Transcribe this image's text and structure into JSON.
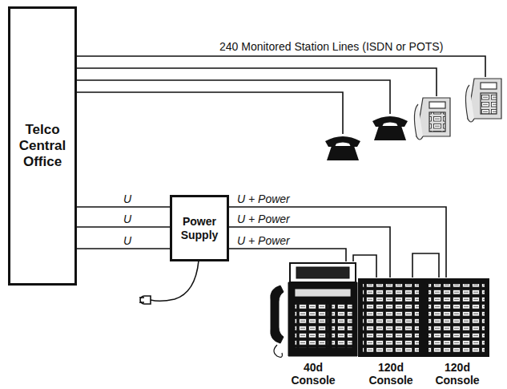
{
  "diagram": {
    "nodes": [
      {
        "text": [
          "Telco Central Office"
        ]
      },
      {
        "text": [
          "Power Supply"
        ]
      },
      {
        "text": [
          "40d Console"
        ]
      },
      {
        "text": [
          "120d Console"
        ]
      },
      {
        "text": [
          "120d Console"
        ]
      }
    ],
    "edges": [
      {
        "from": 0,
        "to": 1,
        "arrow": "none",
        "label": "U"
      },
      {
        "from": 0,
        "to": 1,
        "arrow": "none",
        "label": "U"
      },
      {
        "from": 0,
        "to": 1,
        "arrow": "none",
        "label": "U"
      },
      {
        "from": 1,
        "to": 4,
        "arrow": "none",
        "label": "U + Power"
      },
      {
        "from": 1,
        "to": 3,
        "arrow": "none",
        "label": "U + Power"
      },
      {
        "from": 1,
        "to": 2,
        "arrow": "none",
        "label": "U + Power"
      },
      {
        "from": 2,
        "to": 3,
        "arrow": "none"
      },
      {
        "from": 3,
        "to": 4,
        "arrow": "none"
      }
    ],
    "labels": [
      "240 Monitored Station Lines (ISDN or POTS)"
    ]
  }
}
